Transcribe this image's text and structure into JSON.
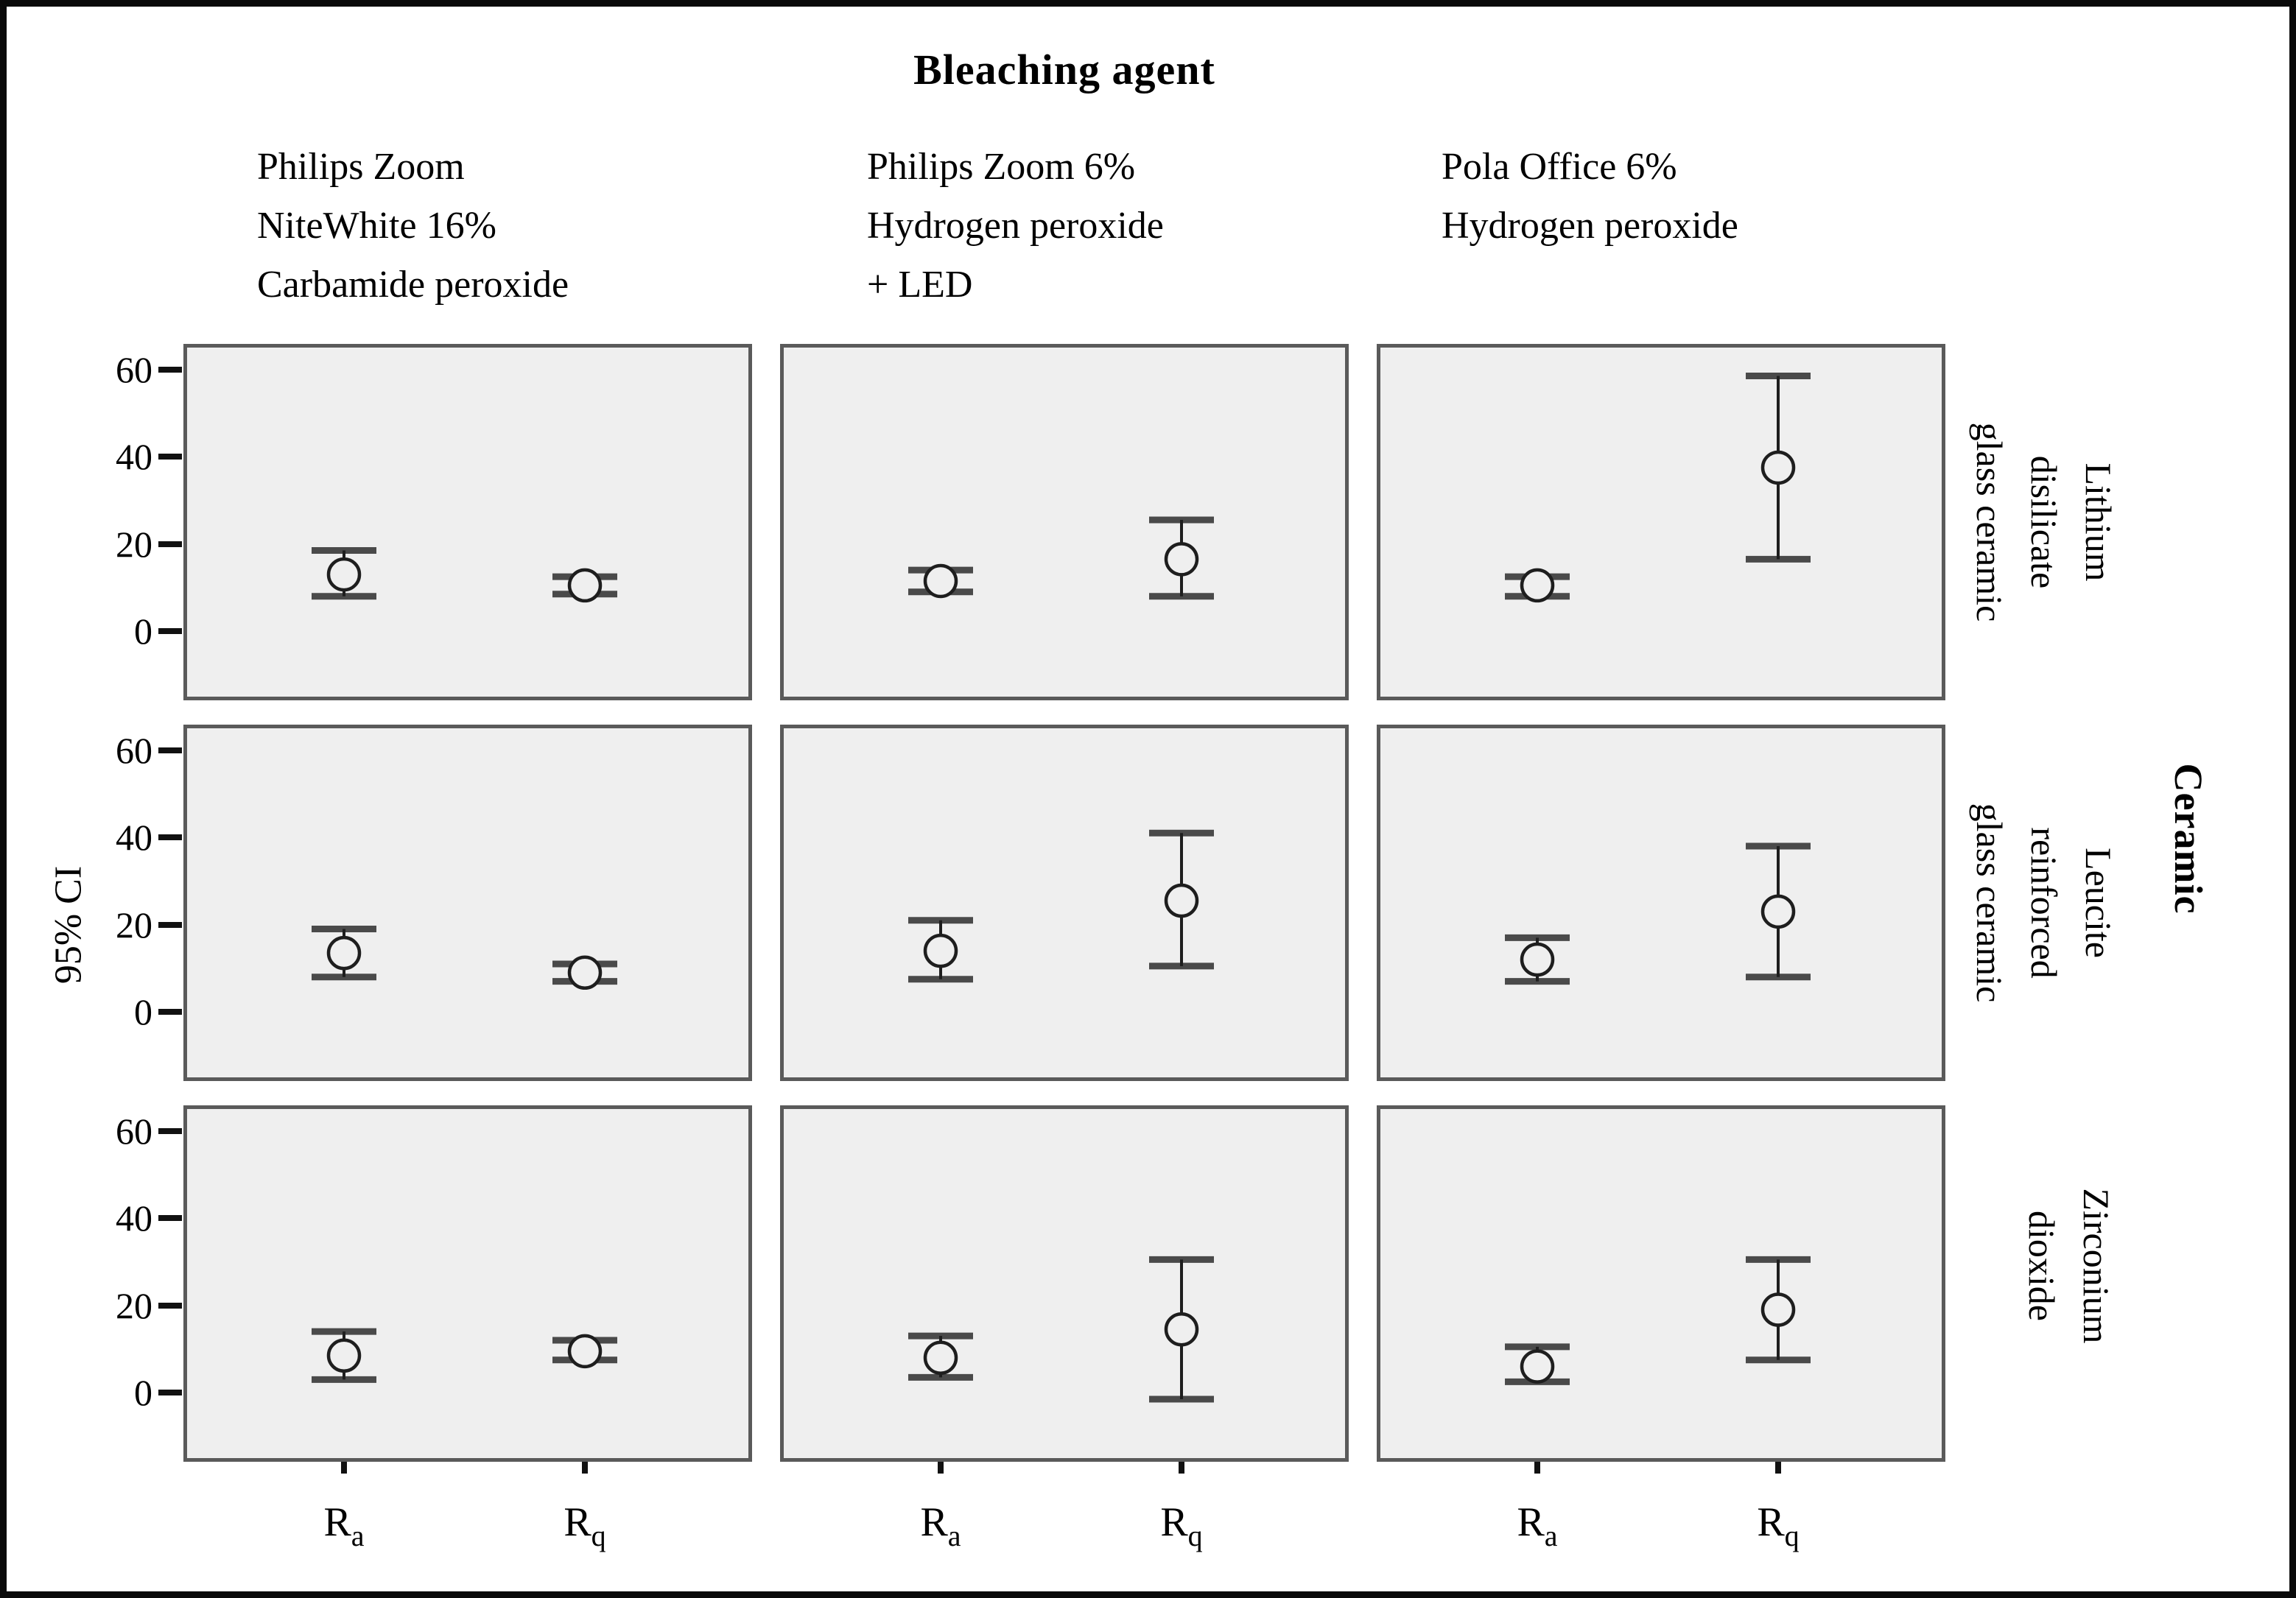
{
  "title": {
    "text": "Bleaching agent"
  },
  "y_axis": {
    "label": "95% CI",
    "ticks": [
      60,
      40,
      20,
      0
    ]
  },
  "right_axis": {
    "title": "Ceramic"
  },
  "columns": [
    {
      "lines": [
        "Philips Zoom",
        "NiteWhite 16%",
        "Carbamide peroxide"
      ]
    },
    {
      "lines": [
        "Philips Zoom 6%",
        "Hydrogen peroxide",
        "+ LED"
      ]
    },
    {
      "lines": [
        "Pola Office 6%",
        "Hydrogen peroxide"
      ]
    }
  ],
  "rows": [
    {
      "lines": [
        "Lithium",
        "disilicate",
        "glass ceramic"
      ]
    },
    {
      "lines": [
        "Leucite",
        "reinforced",
        "glass ceramic"
      ]
    },
    {
      "lines": [
        "Zirconium",
        "dioxide"
      ]
    }
  ],
  "chart_data": {
    "type": "errorbar",
    "grid": "3 rows (ceramic) x 3 columns (bleaching agent)",
    "title": "Bleaching agent",
    "ylabel": "95% CI",
    "row_group_label": "Ceramic",
    "x_categories": [
      {
        "base": "R",
        "sub": "a"
      },
      {
        "base": "R",
        "sub": "q"
      }
    ],
    "ylim": [
      -15,
      65
    ],
    "y_ticks": [
      0,
      20,
      40,
      60
    ],
    "panels": [
      {
        "row": 0,
        "col": 0,
        "ceramic": "Lithium disilicate glass ceramic",
        "agent": "Philips Zoom NiteWhite 16% Carbamide peroxide",
        "points": [
          {
            "x": "Ra",
            "mean": 13,
            "lo": 8,
            "hi": 18.5
          },
          {
            "x": "Rq",
            "mean": 10.5,
            "lo": 8.5,
            "hi": 12.5
          }
        ]
      },
      {
        "row": 0,
        "col": 1,
        "ceramic": "Lithium disilicate glass ceramic",
        "agent": "Philips Zoom 6% Hydrogen peroxide + LED",
        "points": [
          {
            "x": "Ra",
            "mean": 11.5,
            "lo": 9,
            "hi": 14
          },
          {
            "x": "Rq",
            "mean": 16.5,
            "lo": 8,
            "hi": 25.5
          }
        ]
      },
      {
        "row": 0,
        "col": 2,
        "ceramic": "Lithium disilicate glass ceramic",
        "agent": "Pola Office 6% Hydrogen peroxide",
        "points": [
          {
            "x": "Ra",
            "mean": 10.5,
            "lo": 8,
            "hi": 12.5
          },
          {
            "x": "Rq",
            "mean": 37.5,
            "lo": 16.5,
            "hi": 58.5
          }
        ]
      },
      {
        "row": 1,
        "col": 0,
        "ceramic": "Leucite reinforced glass ceramic",
        "agent": "Philips Zoom NiteWhite 16% Carbamide peroxide",
        "points": [
          {
            "x": "Ra",
            "mean": 13.5,
            "lo": 8,
            "hi": 19
          },
          {
            "x": "Rq",
            "mean": 9,
            "lo": 7,
            "hi": 11
          }
        ]
      },
      {
        "row": 1,
        "col": 1,
        "ceramic": "Leucite reinforced glass ceramic",
        "agent": "Philips Zoom 6% Hydrogen peroxide + LED",
        "points": [
          {
            "x": "Ra",
            "mean": 14,
            "lo": 7.5,
            "hi": 21
          },
          {
            "x": "Rq",
            "mean": 25.5,
            "lo": 10.5,
            "hi": 41
          }
        ]
      },
      {
        "row": 1,
        "col": 2,
        "ceramic": "Leucite reinforced glass ceramic",
        "agent": "Pola Office 6% Hydrogen peroxide",
        "points": [
          {
            "x": "Ra",
            "mean": 12,
            "lo": 7,
            "hi": 17
          },
          {
            "x": "Rq",
            "mean": 23,
            "lo": 8,
            "hi": 38
          }
        ]
      },
      {
        "row": 2,
        "col": 0,
        "ceramic": "Zirconium dioxide",
        "agent": "Philips Zoom NiteWhite 16% Carbamide peroxide",
        "points": [
          {
            "x": "Ra",
            "mean": 8.5,
            "lo": 3,
            "hi": 14
          },
          {
            "x": "Rq",
            "mean": 9.5,
            "lo": 7.5,
            "hi": 12
          }
        ]
      },
      {
        "row": 2,
        "col": 1,
        "ceramic": "Zirconium dioxide",
        "agent": "Philips Zoom 6% Hydrogen peroxide + LED",
        "points": [
          {
            "x": "Ra",
            "mean": 8,
            "lo": 3.5,
            "hi": 13
          },
          {
            "x": "Rq",
            "mean": 14.5,
            "lo": -1.5,
            "hi": 30.5
          }
        ]
      },
      {
        "row": 2,
        "col": 2,
        "ceramic": "Zirconium dioxide",
        "agent": "Pola Office 6% Hydrogen peroxide",
        "points": [
          {
            "x": "Ra",
            "mean": 6,
            "lo": 2.5,
            "hi": 10.5
          },
          {
            "x": "Rq",
            "mean": 19,
            "lo": 7.5,
            "hi": 30.5
          }
        ]
      }
    ]
  },
  "colors": {
    "panel_bg": "#efefef",
    "panel_border": "#5a5a5a",
    "cap": "#4a4a4a",
    "error_line": "#1e1e1e",
    "marker_stroke": "#1e1e1e",
    "tick": "#111111",
    "frame": "#0a0a0a",
    "text": "#000000"
  }
}
